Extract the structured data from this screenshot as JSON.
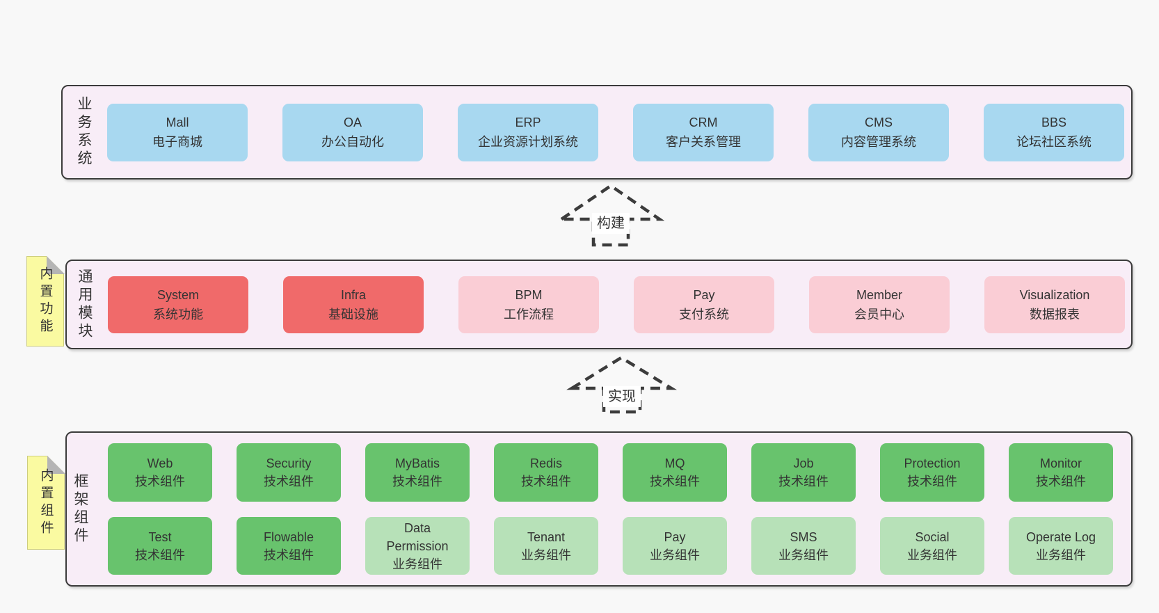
{
  "diagram_title": "",
  "arrows": [
    {
      "label": "构建"
    },
    {
      "label": "实现"
    }
  ],
  "sections": [
    {
      "label": "业务系统",
      "boxes": [
        {
          "en": "Mall",
          "zh": "电子商城",
          "variant": "blue"
        },
        {
          "en": "OA",
          "zh": "办公自动化",
          "variant": "blue"
        },
        {
          "en": "ERP",
          "zh": "企业资源计划系统",
          "variant": "blue"
        },
        {
          "en": "CRM",
          "zh": "客户关系管理",
          "variant": "blue"
        },
        {
          "en": "CMS",
          "zh": "内容管理系统",
          "variant": "blue"
        },
        {
          "en": "BBS",
          "zh": "论坛社区系统",
          "variant": "blue"
        }
      ]
    },
    {
      "label": "通用模块",
      "sticky": "内置功能",
      "boxes": [
        {
          "en": "System",
          "zh": "系统功能",
          "variant": "red"
        },
        {
          "en": "Infra",
          "zh": "基础设施",
          "variant": "red"
        },
        {
          "en": "BPM",
          "zh": "工作流程",
          "variant": "pink"
        },
        {
          "en": "Pay",
          "zh": "支付系统",
          "variant": "pink"
        },
        {
          "en": "Member",
          "zh": "会员中心",
          "variant": "pink"
        },
        {
          "en": "Visualization",
          "zh": "数据报表",
          "variant": "pink"
        }
      ]
    },
    {
      "label": "框架组件",
      "sticky": "内置组件",
      "rows": [
        [
          {
            "en": "Web",
            "zh": "技术组件",
            "variant": "green"
          },
          {
            "en": "Security",
            "zh": "技术组件",
            "variant": "green"
          },
          {
            "en": "MyBatis",
            "zh": "技术组件",
            "variant": "green"
          },
          {
            "en": "Redis",
            "zh": "技术组件",
            "variant": "green"
          },
          {
            "en": "MQ",
            "zh": "技术组件",
            "variant": "green"
          },
          {
            "en": "Job",
            "zh": "技术组件",
            "variant": "green"
          },
          {
            "en": "Protection",
            "zh": "技术组件",
            "variant": "green"
          },
          {
            "en": "Monitor",
            "zh": "技术组件",
            "variant": "green"
          }
        ],
        [
          {
            "en": "Test",
            "zh": "技术组件",
            "variant": "green"
          },
          {
            "en": "Flowable",
            "zh": "技术组件",
            "variant": "green"
          },
          {
            "en": "Data Permission",
            "zh": "业务组件",
            "variant": "green-light"
          },
          {
            "en": "Tenant",
            "zh": "业务组件",
            "variant": "green-light"
          },
          {
            "en": "Pay",
            "zh": "业务组件",
            "variant": "green-light"
          },
          {
            "en": "SMS",
            "zh": "业务组件",
            "variant": "green-light"
          },
          {
            "en": "Social",
            "zh": "业务组件",
            "variant": "green-light"
          },
          {
            "en": "Operate Log",
            "zh": "业务组件",
            "variant": "green-light"
          }
        ]
      ]
    }
  ],
  "colors": {
    "page_bg": "#f8f8f8",
    "panel_bg": "#f8edf7",
    "panel_border": "#3b3b3b",
    "blue_box": "#a8d8f0",
    "red_box": "#f06a6a",
    "pink_box": "#facdd5",
    "green_box": "#68c36d",
    "green_light_box": "#b7e1b8",
    "sticky_yellow": "#fafaa1",
    "sticky_fold": "#b5b5b5",
    "text": "#333333"
  }
}
